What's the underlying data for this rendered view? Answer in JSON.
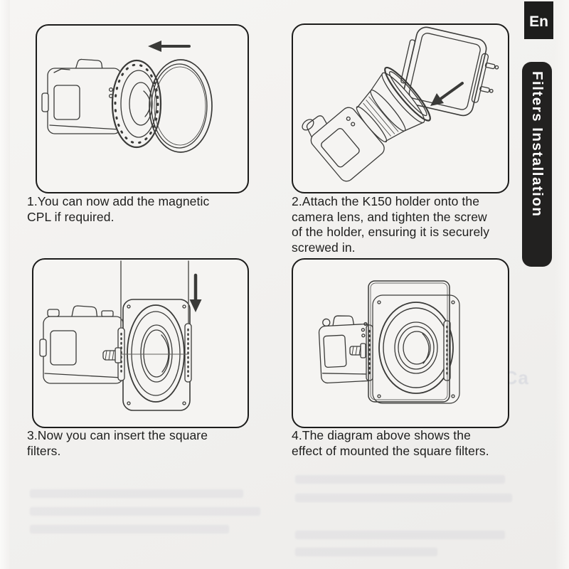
{
  "sidebar": {
    "language_badge": "En",
    "section_title": "Filters Installation"
  },
  "steps": [
    {
      "caption": "1.You can now add the magnetic\nCPL if required."
    },
    {
      "caption": "2.Attach the K150 holder onto the\ncamera lens, and tighten the screw\nof the holder, ensuring it is securely\nscrewed in."
    },
    {
      "caption": "3.Now you can insert the square\nfilters."
    },
    {
      "caption": "4.The diagram above shows the\neffect of mounted the square filters."
    }
  ],
  "illustrations": [
    {
      "alt": "Camera with magnetic CPL ring being attached, arrow pointing left"
    },
    {
      "alt": "Camera lens with K150 square filter holder being attached, arrow pointing down-left"
    },
    {
      "alt": "Square filter sliding down into holder mounted on camera, arrow pointing down"
    },
    {
      "alt": "Camera with square filter fully mounted in holder"
    }
  ],
  "ghost_bleedthrough": {
    "heading": "Holder Ca"
  },
  "colors": {
    "paper": "#f2f1ef",
    "banner_black": "#1d1d1c",
    "ink": "#1e1e1d",
    "line_art": "#3a3a38"
  }
}
